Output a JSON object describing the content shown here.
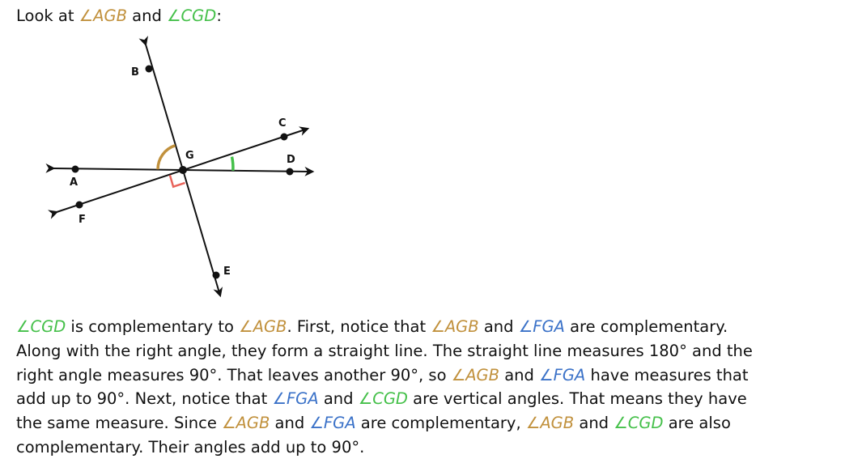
{
  "question": {
    "prefix": "Look at ",
    "angle1": "∠AGB",
    "mid": " and ",
    "angle2": "∠CGD",
    "suffix": ":"
  },
  "diagram": {
    "labels": {
      "A": "A",
      "B": "B",
      "C": "C",
      "D": "D",
      "E": "E",
      "F": "F",
      "G": "G"
    },
    "colors": {
      "agb_arc": "#c1913d",
      "cgd_arc": "#45c04a",
      "right_angle": "#e8635a",
      "lines": "#111111"
    }
  },
  "explanation": {
    "lines": [
      [
        {
          "t": "∠CGD",
          "c": "green"
        },
        {
          "t": " is complementary to "
        },
        {
          "t": "∠AGB",
          "c": "gold"
        },
        {
          "t": ". First, notice that "
        },
        {
          "t": "∠AGB",
          "c": "gold"
        },
        {
          "t": " and "
        },
        {
          "t": "∠FGA",
          "c": "blue"
        },
        {
          "t": " are complementary."
        }
      ],
      [
        {
          "t": "Along with the right angle, they form a straight line. The straight line measures 180° and the"
        }
      ],
      [
        {
          "t": "right angle measures 90°. That leaves another 90°, so "
        },
        {
          "t": "∠AGB",
          "c": "gold"
        },
        {
          "t": " and "
        },
        {
          "t": "∠FGA",
          "c": "blue"
        },
        {
          "t": " have measures that"
        }
      ],
      [
        {
          "t": "add up to 90°. Next, notice that "
        },
        {
          "t": "∠FGA",
          "c": "blue"
        },
        {
          "t": " and "
        },
        {
          "t": "∠CGD",
          "c": "green"
        },
        {
          "t": " are vertical angles. That means they have"
        }
      ],
      [
        {
          "t": "the same measure. Since "
        },
        {
          "t": "∠AGB",
          "c": "gold"
        },
        {
          "t": " and "
        },
        {
          "t": "∠FGA",
          "c": "blue"
        },
        {
          "t": " are complementary, "
        },
        {
          "t": "∠AGB",
          "c": "gold"
        },
        {
          "t": " and "
        },
        {
          "t": "∠CGD",
          "c": "green"
        },
        {
          "t": " are also"
        }
      ],
      [
        {
          "t": "complementary. Their angles add up to 90°."
        }
      ]
    ]
  }
}
